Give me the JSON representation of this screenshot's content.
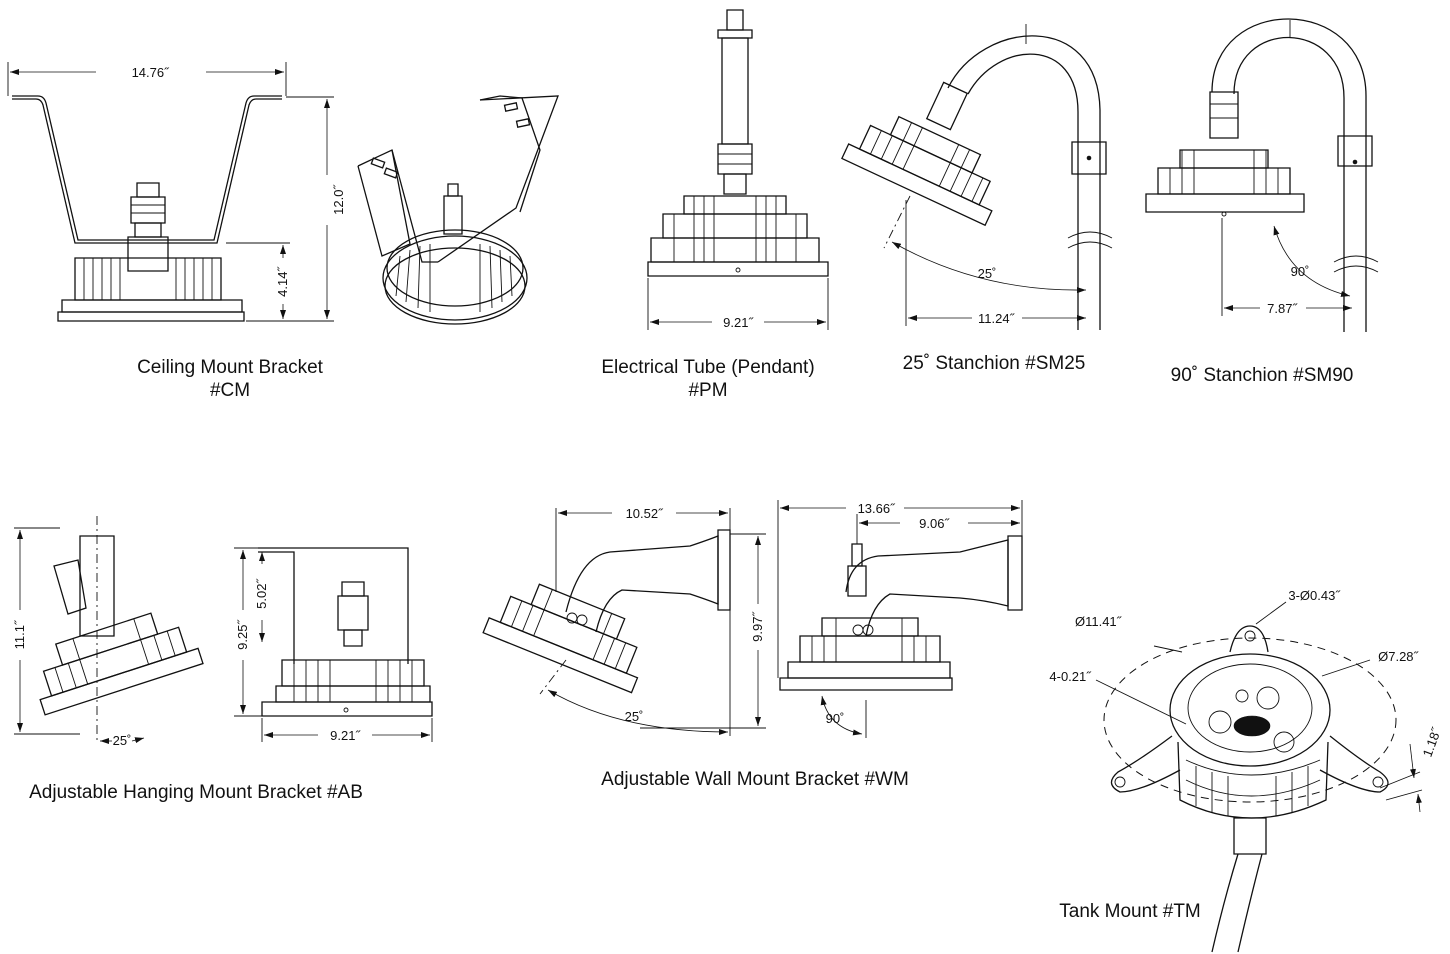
{
  "captions": {
    "ceiling": [
      "Ceiling Mount Bracket",
      "#CM"
    ],
    "pendant": [
      "Electrical Tube (Pendant)",
      "#PM"
    ],
    "stanchion25": "25˚ Stanchion #SM25",
    "stanchion90": "90˚ Stanchion #SM90",
    "hanging": "Adjustable Hanging Mount Bracket   #AB",
    "wall": "Adjustable Wall Mount Bracket   #WM",
    "tank": "Tank Mount #TM"
  },
  "dimensions": {
    "cm_width": "14.76˝",
    "cm_height": "12.0˝",
    "cm_lamp_height": "4.14˝",
    "pm_width": "9.21˝",
    "sm25_angle": "25˚",
    "sm25_reach": "11.24˝",
    "sm90_angle": "90˚",
    "sm90_reach": "7.87˝",
    "ab_height": "11.1˝",
    "ab_angle": "25˚",
    "ab_total_height": "9.25˝",
    "ab_bracket_height": "5.02˝",
    "ab_width": "9.21˝",
    "wm_reach_a": "10.52˝",
    "wm_height": "9.97˝",
    "wm_angle_a": "25˚",
    "wm_reach_b": "13.66˝",
    "wm_reach_b_inner": "9.06˝",
    "wm_angle_b": "90˚",
    "tm_bolt_circle": "Ø11.41˝",
    "tm_holes": "3-Ø0.43˝",
    "tm_inner_circle": "Ø7.28˝",
    "tm_slots": "4-0.21˝",
    "tm_thickness": "1.18˝"
  }
}
